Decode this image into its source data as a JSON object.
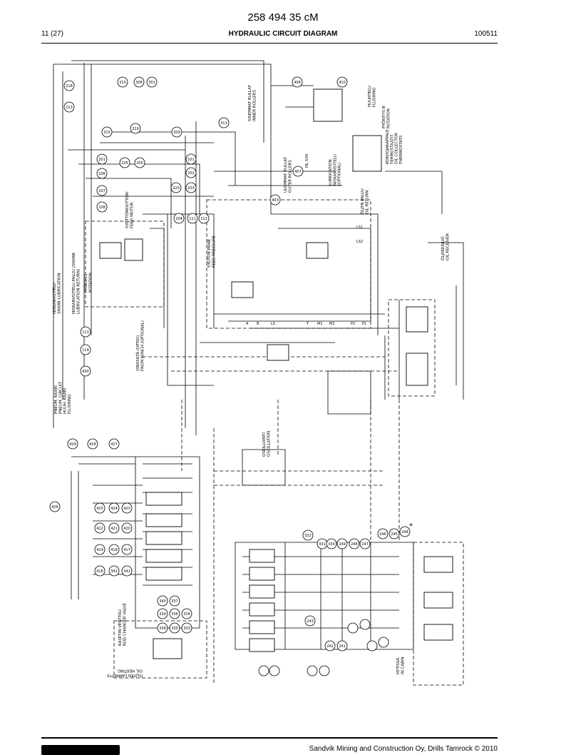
{
  "header": {
    "doc_number": "258 494 35 cM",
    "page": "11 (27)",
    "title": "HYDRAULIC CIRCUIT DIAGRAM",
    "date": "100511"
  },
  "footer": {
    "company": "Sandvik Mining and Construction Oy, Drills Tamrock © 2010"
  },
  "labels": {
    "inner_rollers": "SISEMMAT RULLAT\nINNER ROLLERS",
    "flushing": "HUUHTELU\nFLUSHING",
    "outer_rollers": "ULOMMAT RULLAT\nOUTER ROLLERS",
    "shank_lubrication": "NISKANVOITELU\nSHANK LUBRICATION",
    "rotation": "PYÖRITYS\nROTATION",
    "feed_motor": "SYÖTTÖMOOTTORI\nFEED MOTOR",
    "feed_pressure": "SYÖTÖN PAINE\nFEED PRESSURE",
    "lubrication_return": "NISKANVOITELU PALUU (SHANK\nLUBRICATION RETURN)",
    "winch": "VINSSILTÄ (OPTIO)\nFROM WINCH (OPTIONAL)",
    "pneum_circuit": "PNEUM. KAARI\nPNEUM. CIRCUIT\nHUUH. KAARI\nFLUSHING",
    "oil_return": "ÖLJYN PALUU\nOIL RETURN",
    "thermostats": "KOKOOJAKAPPALE\nTERMOSTAATIT\nOIL COLLECTOR\nTHERMOSTATS",
    "oil_receiver": "ÖLJYKEÄILIÖ\nOIL RECEIVER",
    "oscillation": "OSKILLOINTI\nOSCILLATION",
    "rod_changer": "KASETIN VENTTIILI\nROD CHANGER VALVE",
    "oil_heating": "ÖLJYEN LÄMMITYS\nOIL HEATING",
    "in_cabin": "HYTISSÄ\nIN CABIN",
    "hl500": "HL 500",
    "lubrication_block": "LUBRICATION\nNISKANVOITELU\n(OPTIONAL)",
    "pyoritys": "PYÖRITYS B\nROTATION",
    "asterisk": "*"
  },
  "callouts": {
    "c310": "310",
    "c308": "308",
    "c301": "301",
    "c218": "218",
    "c213": "213",
    "c408": "408",
    "c410": "410",
    "c315": "315",
    "c311": "311",
    "c219": "219",
    "c309": "309",
    "c201": "201",
    "c105": "105",
    "c205": "205",
    "c106": "106",
    "c108": "108",
    "c107": "107",
    "c220": "220",
    "c103": "103",
    "c104": "104",
    "c101": "101",
    "c102": "102",
    "c111": "111",
    "c112": "112",
    "c113": "113",
    "c114": "114",
    "c407": "407",
    "c403": "403",
    "c430": "430",
    "c429": "429",
    "c428": "428",
    "c426": "426",
    "c427": "427",
    "c425": "425",
    "c424": "424",
    "c423": "423",
    "c422": "422",
    "c421": "421",
    "c420": "420",
    "c419": "419",
    "c418": "418",
    "c417": "417",
    "c416": "416",
    "c342": "342",
    "c341": "341",
    "c340": "340",
    "c339": "339",
    "c338": "338",
    "c337": "337",
    "c336": "336",
    "c335": "335",
    "c334": "334",
    "c333": "333",
    "c332": "332",
    "c331": "331",
    "c330": "330",
    "c249": "249",
    "c248": "248",
    "c247": "247",
    "c246": "246",
    "c245": "245",
    "c244": "244",
    "c243": "243",
    "c242": "242",
    "c241": "241"
  },
  "port_labels": {
    "p1": "P1",
    "p2": "P2",
    "t": "T",
    "ls": "LS",
    "a": "A",
    "b": "B",
    "m1": "M1",
    "m2": "M2",
    "ls1": "LS1",
    "ls2": "LS2"
  }
}
